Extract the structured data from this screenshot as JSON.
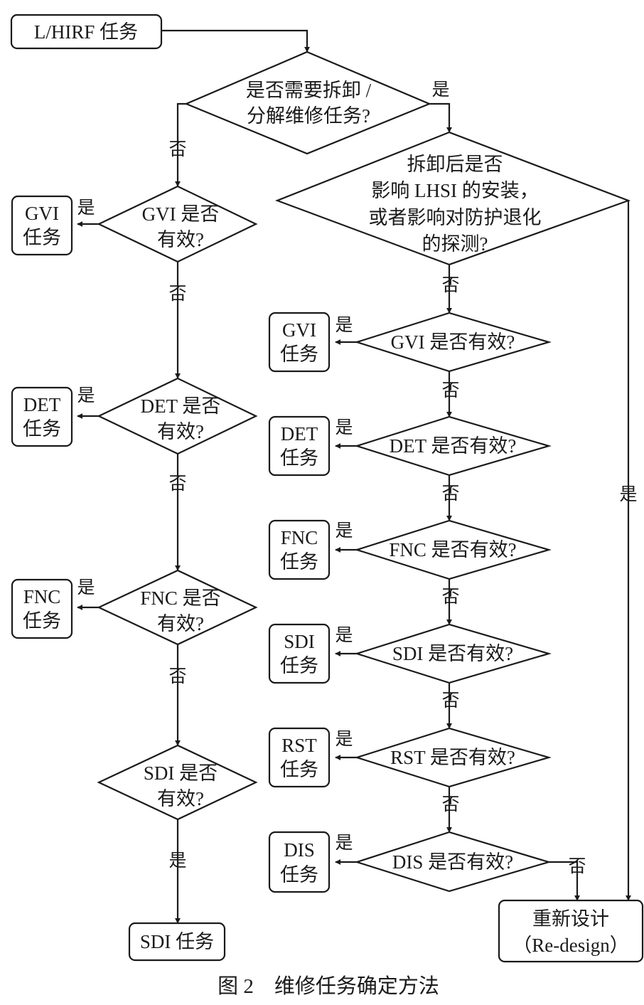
{
  "start": {
    "text": "L/HIRF 任务"
  },
  "q_disassemble": {
    "line1": "是否需要拆卸 /",
    "line2": "分解维修任务?"
  },
  "q_impact": {
    "line1": "拆卸后是否",
    "line2": "影响 LHSI 的安装，",
    "line3": "或者影响对防护退化",
    "line4": "的探测?"
  },
  "left": {
    "q_gvi": {
      "line1": "GVI 是否",
      "line2": "有效?"
    },
    "q_det": {
      "line1": "DET 是否",
      "line2": "有效?"
    },
    "q_fnc": {
      "line1": "FNC 是否",
      "line2": "有效?"
    },
    "q_sdi": {
      "line1": "SDI 是否",
      "line2": "有效?"
    },
    "r_gvi": {
      "line1": "GVI",
      "line2": "任务"
    },
    "r_det": {
      "line1": "DET",
      "line2": "任务"
    },
    "r_fnc": {
      "line1": "FNC",
      "line2": "任务"
    },
    "r_sdi": {
      "text": "SDI 任务"
    }
  },
  "right": {
    "q_gvi": "GVI 是否有效?",
    "q_det": "DET 是否有效?",
    "q_fnc": "FNC 是否有效?",
    "q_sdi": "SDI 是否有效?",
    "q_rst": "RST 是否有效?",
    "q_dis": "DIS 是否有效?",
    "r_gvi": {
      "line1": "GVI",
      "line2": "任务"
    },
    "r_det": {
      "line1": "DET",
      "line2": "任务"
    },
    "r_fnc": {
      "line1": "FNC",
      "line2": "任务"
    },
    "r_sdi": {
      "line1": "SDI",
      "line2": "任务"
    },
    "r_rst": {
      "line1": "RST",
      "line2": "任务"
    },
    "r_dis": {
      "line1": "DIS",
      "line2": "任务"
    }
  },
  "redesign": {
    "line1": "重新设计",
    "line2": "（Re-design）"
  },
  "labels": {
    "yes": "是",
    "no": "否"
  },
  "caption": "图 2　维修任务确定方法"
}
